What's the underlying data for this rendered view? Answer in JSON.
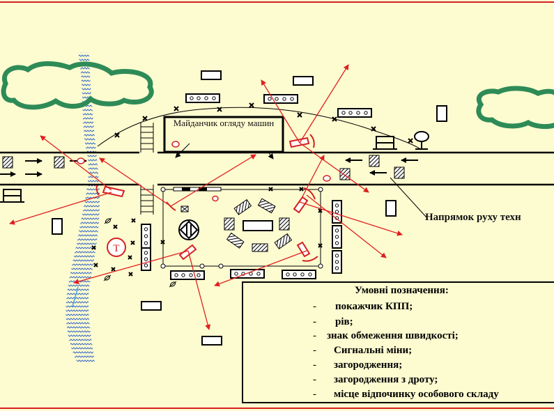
{
  "map": {
    "inspection_area_label": "Майданчик огляду машин",
    "direction_label": "Напрямок руху техн",
    "town_marker": "Т"
  },
  "legend": {
    "title": "Умовні позначення:",
    "items": [
      {
        "symbol": "checkpoint-pointer-icon",
        "text": "покажчик КПП;"
      },
      {
        "symbol": "trench-icon",
        "text": "рів;"
      },
      {
        "symbol": "speed-limit-sign-icon",
        "text": "знак обмеження швидкості;"
      },
      {
        "symbol": "signal-mine-icon",
        "text": "Сигнальні міни;"
      },
      {
        "symbol": "barrier-icon",
        "text": "загородження;"
      },
      {
        "symbol": "wire-barrier-icon",
        "text": "загородження з дроту;"
      },
      {
        "symbol": "rest-area-icon",
        "text": "місце відпочинку особового складу"
      }
    ],
    "dash": "-"
  },
  "colors": {
    "background": "#fdfbd0",
    "border": "#d62020",
    "tree": "#2e8b57",
    "river": "#6a8fd6",
    "arrows": "#e02020",
    "lines": "#000000"
  }
}
